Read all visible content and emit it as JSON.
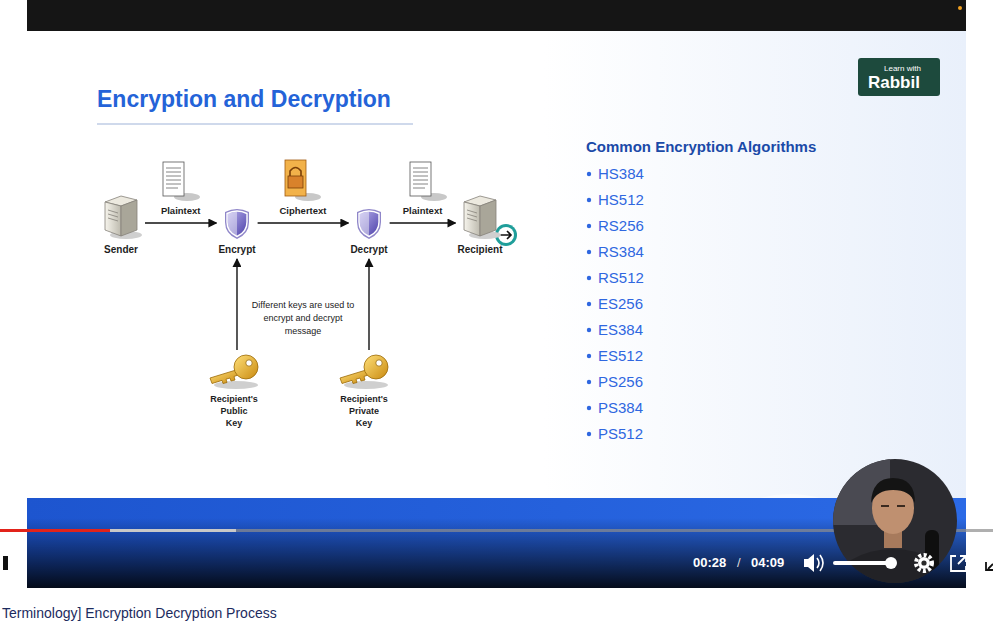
{
  "diagram": {
    "title": "Encryption and Decryption",
    "caption": "Terminology] Encryption Decryption Process",
    "nodes": [
      {
        "text": [
          "Sender"
        ]
      },
      {
        "text": [
          "Encrypt"
        ]
      },
      {
        "text": [
          "Decrypt"
        ]
      },
      {
        "text": [
          "Recipient"
        ]
      },
      {
        "text": [
          "Recipient's Public Key"
        ]
      },
      {
        "text": [
          "Recipient's Private Key"
        ]
      }
    ],
    "edges": [
      {
        "from": 0,
        "to": 1,
        "arrow": "to",
        "label": "Plaintext"
      },
      {
        "from": 1,
        "to": 2,
        "arrow": "to",
        "label": "Ciphertext"
      },
      {
        "from": 2,
        "to": 3,
        "arrow": "to",
        "label": "Plaintext"
      },
      {
        "from": 4,
        "to": 1,
        "arrow": "to"
      },
      {
        "from": 5,
        "to": 2,
        "arrow": "to"
      }
    ],
    "labels": [
      "Learn with",
      "Rabbil",
      "Different keys are used to encrypt and decrypt message",
      "Common Encryption Algorithms",
      "HS384",
      "HS512",
      "RS256",
      "RS384",
      "RS512",
      "ES256",
      "ES384",
      "ES512",
      "PS256",
      "PS384",
      "PS512",
      "00:28",
      "/",
      "04:09"
    ]
  }
}
